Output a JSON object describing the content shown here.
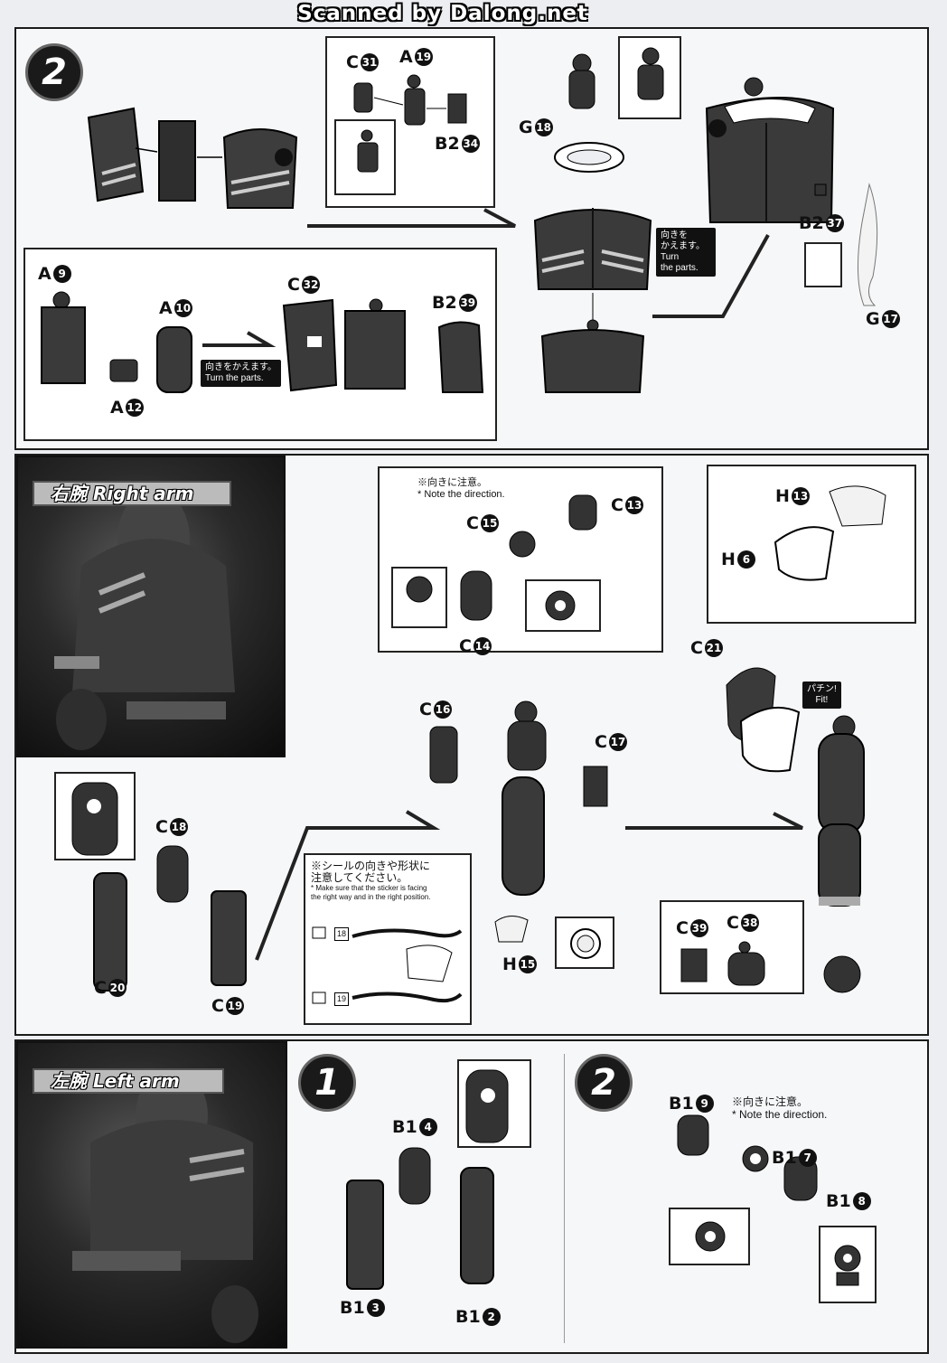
{
  "watermark": "Scanned by Dalong.net",
  "section1": {
    "step": "2",
    "labels": {
      "c31": {
        "letter": "C",
        "num": "31"
      },
      "a19": {
        "letter": "A",
        "num": "19"
      },
      "b234": {
        "letter": "B2",
        "num": "34"
      },
      "g18": {
        "letter": "G",
        "num": "18"
      },
      "b237": {
        "letter": "B2",
        "num": "37"
      },
      "g17": {
        "letter": "G",
        "num": "17"
      },
      "a9": {
        "letter": "A",
        "num": "9"
      },
      "a10": {
        "letter": "A",
        "num": "10"
      },
      "a12": {
        "letter": "A",
        "num": "12"
      },
      "c32": {
        "letter": "C",
        "num": "32"
      },
      "b239": {
        "letter": "B2",
        "num": "39"
      }
    },
    "turn_parts_top": {
      "jp": "向きを\nかえます。",
      "en": "Turn\nthe parts."
    },
    "turn_parts_bottom": {
      "jp": "向きをかえます。",
      "en": "Turn the parts."
    }
  },
  "section2": {
    "title_jp": "右腕",
    "title_en": "Right arm",
    "note_direction": {
      "jp": "※向きに注意。",
      "en": "* Note the direction."
    },
    "fit": {
      "jp": "パチン!",
      "en": "Fit!"
    },
    "sticker_note": {
      "jp": "※シールの向きや形状に\n注意してください。",
      "en": "* Make sure that the sticker is facing\nthe right way and in the right position."
    },
    "sticker_nums": [
      "18",
      "19"
    ],
    "labels": {
      "c15": {
        "letter": "C",
        "num": "15"
      },
      "c13": {
        "letter": "C",
        "num": "13"
      },
      "c14": {
        "letter": "C",
        "num": "14"
      },
      "h13": {
        "letter": "H",
        "num": "13"
      },
      "h6": {
        "letter": "H",
        "num": "6"
      },
      "c21": {
        "letter": "C",
        "num": "21"
      },
      "c16": {
        "letter": "C",
        "num": "16"
      },
      "c17": {
        "letter": "C",
        "num": "17"
      },
      "c18": {
        "letter": "C",
        "num": "18"
      },
      "c20": {
        "letter": "C",
        "num": "20"
      },
      "c19": {
        "letter": "C",
        "num": "19"
      },
      "h15": {
        "letter": "H",
        "num": "15"
      },
      "c39": {
        "letter": "C",
        "num": "39"
      },
      "c38": {
        "letter": "C",
        "num": "38"
      }
    }
  },
  "section3": {
    "title_jp": "左腕",
    "title_en": "Left arm",
    "step1": "1",
    "step2": "2",
    "note_direction": {
      "jp": "※向きに注意。",
      "en": "* Note the direction."
    },
    "labels": {
      "b14": {
        "letter": "B1",
        "num": "4"
      },
      "b13": {
        "letter": "B1",
        "num": "3"
      },
      "b12": {
        "letter": "B1",
        "num": "2"
      },
      "b19": {
        "letter": "B1",
        "num": "9"
      },
      "b17": {
        "letter": "B1",
        "num": "7"
      },
      "b18": {
        "letter": "B1",
        "num": "8"
      }
    }
  }
}
